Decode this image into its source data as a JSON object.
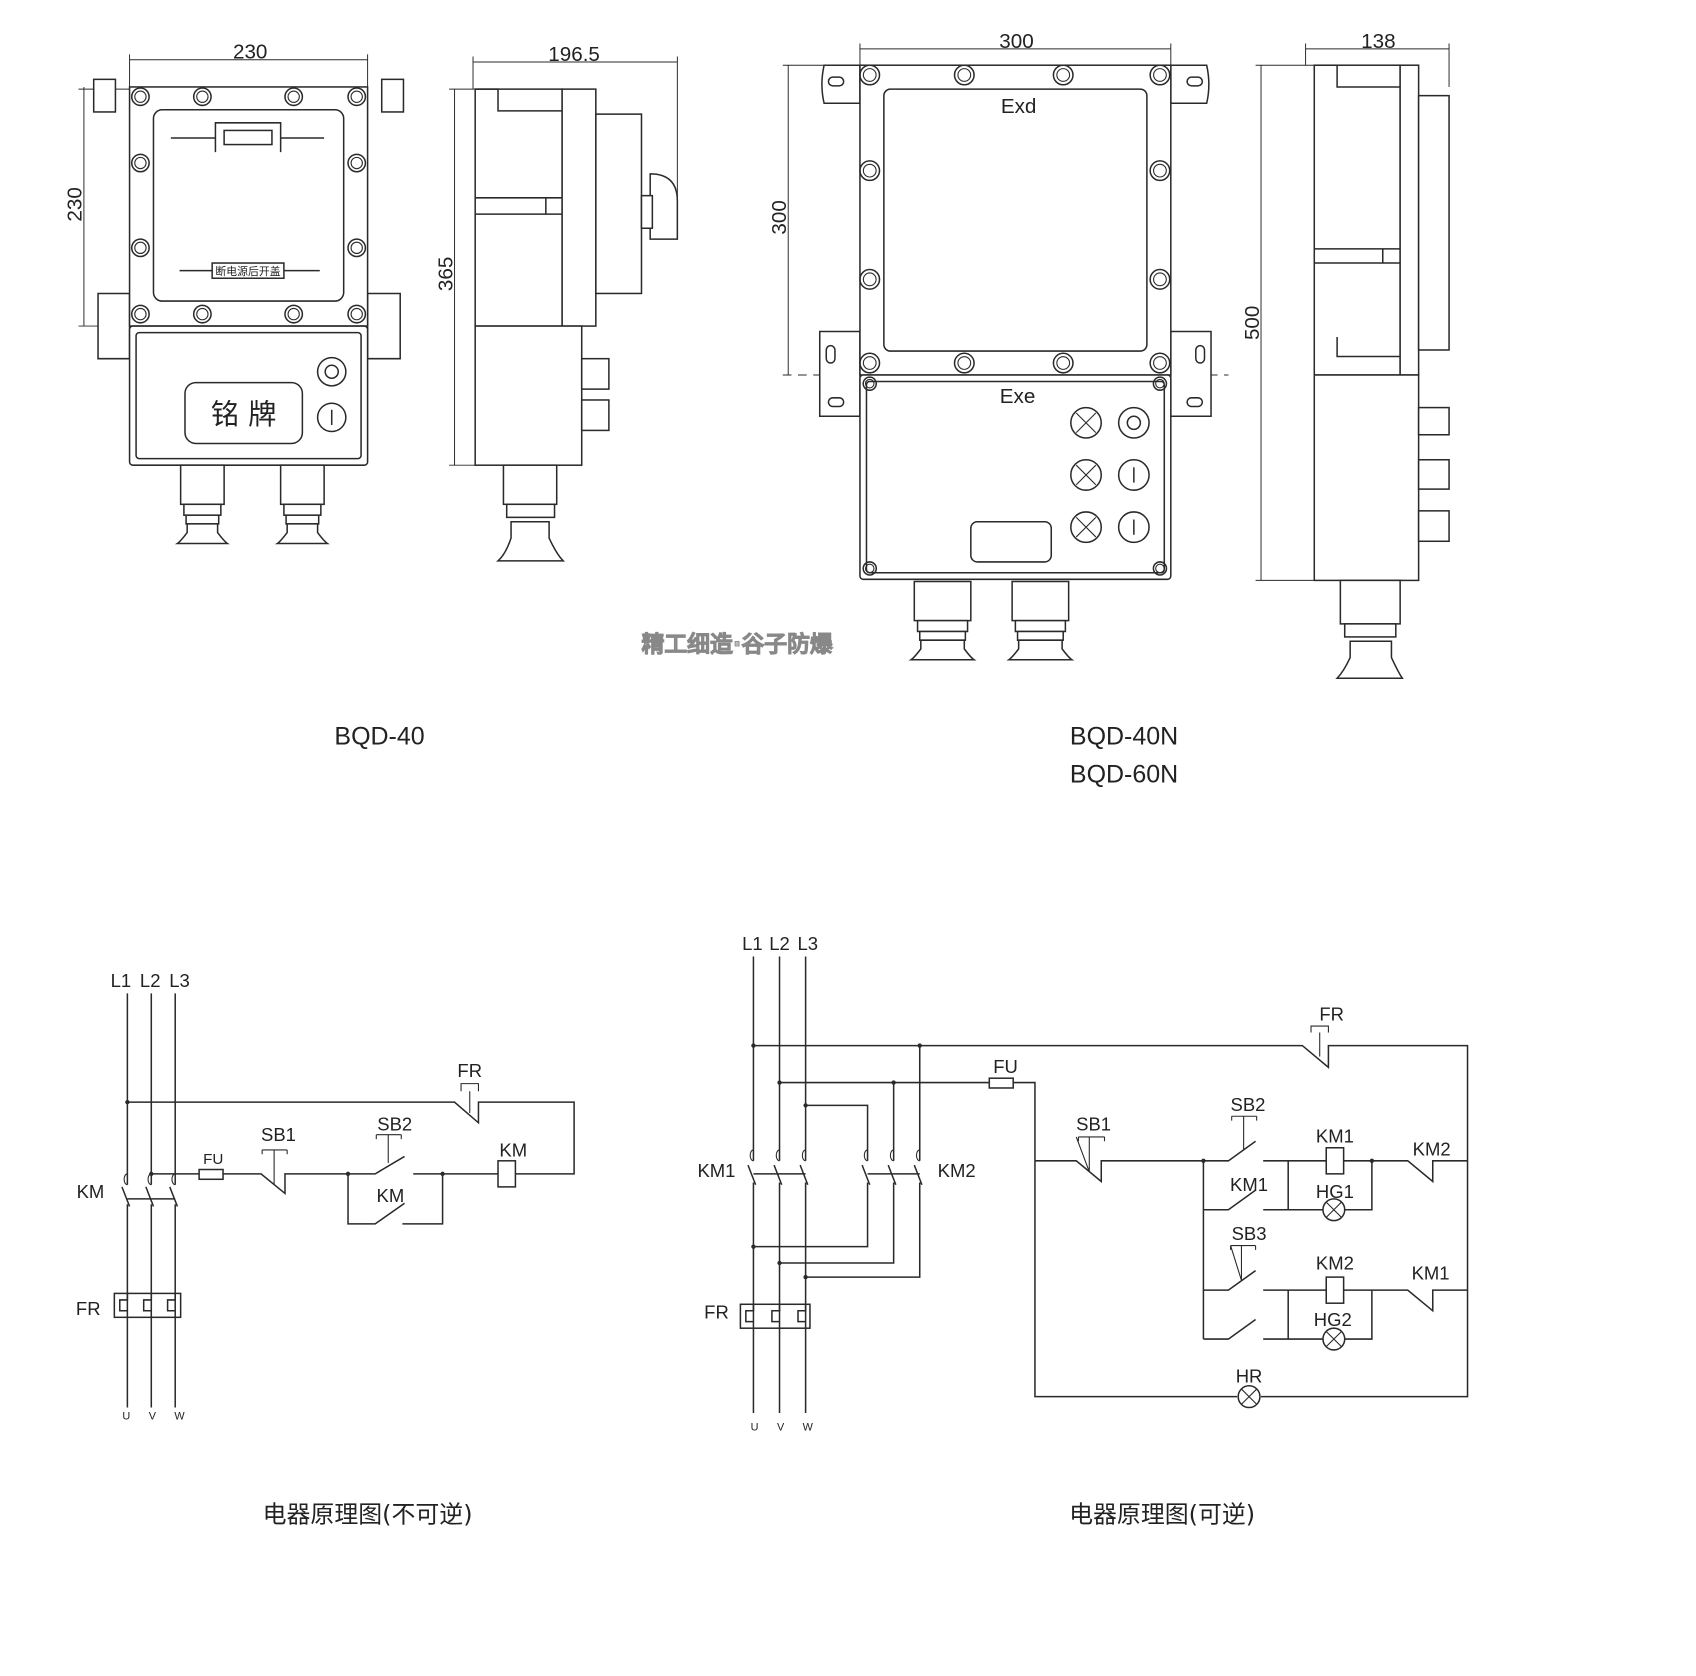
{
  "drawings": {
    "bqd40": {
      "title": "BQD-40",
      "front_width": "230",
      "front_height": "230",
      "side_depth": "196.5",
      "side_height": "365",
      "nameplate": "铭 牌",
      "warning_plate": "断电源后开盖"
    },
    "bqd40n": {
      "title_1": "BQD-40N",
      "title_2": "BQD-60N",
      "front_width": "300",
      "front_height": "300",
      "side_depth": "138",
      "side_height": "500",
      "upper_chamber": "Exd",
      "lower_chamber": "Exe"
    },
    "watermark": "精工细造·谷子防爆"
  },
  "circuits": {
    "non_reversing": {
      "caption": "电器原理图(不可逆)",
      "phases": [
        "L1",
        "L2",
        "L3"
      ],
      "outputs": [
        "U",
        "V",
        "W"
      ],
      "labels": {
        "main_contactor": "KM",
        "overload": "FR",
        "fr_contact": "FR",
        "fuse": "FU",
        "stop": "SB1",
        "start": "SB2",
        "coil": "KM",
        "hold": "KM"
      }
    },
    "reversing": {
      "caption": "电器原理图(可逆)",
      "phases": [
        "L1",
        "L2",
        "L3"
      ],
      "outputs": [
        "U",
        "V",
        "W"
      ],
      "labels": {
        "km1_main": "KM1",
        "km2_main": "KM2",
        "overload": "FR",
        "fr_contact": "FR",
        "fuse": "FU",
        "stop": "SB1",
        "fwd": "SB2",
        "rev": "SB3",
        "coil1": "KM1",
        "coil2": "KM2",
        "interlock1": "KM2",
        "interlock2": "KM1",
        "hold1": "KM1",
        "lamp1": "HG1",
        "lamp2": "HG2",
        "lamp_r": "HR"
      }
    }
  }
}
